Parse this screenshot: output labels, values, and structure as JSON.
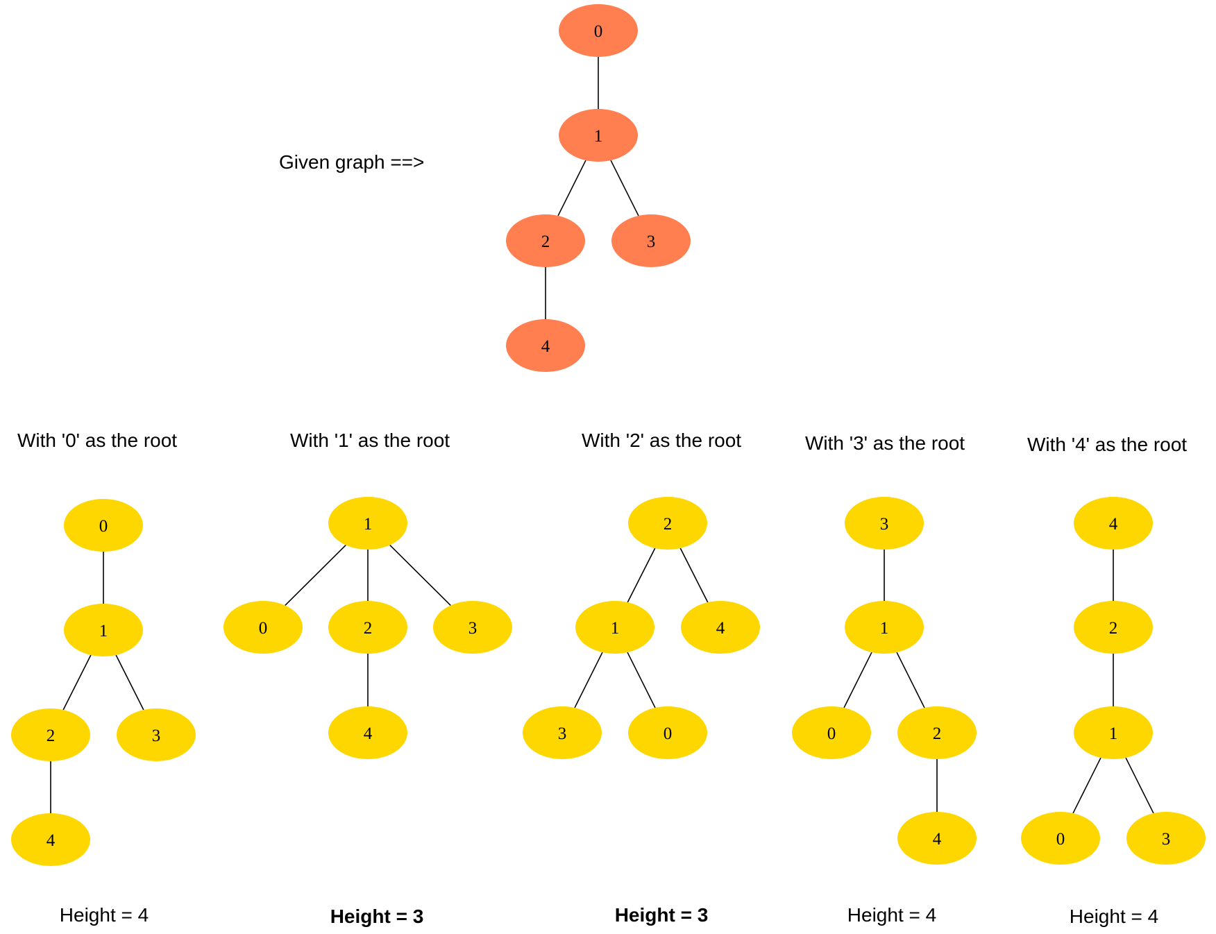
{
  "colors": {
    "given_node": "#FF7F50",
    "rooted_node": "#FFD700",
    "edge": "#000000",
    "text": "#000000"
  },
  "given": {
    "label": "Given graph ==>",
    "nodes": [
      "0",
      "1",
      "2",
      "3",
      "4"
    ],
    "edges": [
      [
        "0",
        "1"
      ],
      [
        "1",
        "2"
      ],
      [
        "1",
        "3"
      ],
      [
        "2",
        "4"
      ]
    ]
  },
  "trees": [
    {
      "caption": "With '0' as the root",
      "height_label": "Height = 4",
      "height_bold": false,
      "levels": [
        [
          "0"
        ],
        [
          "1"
        ],
        [
          "2",
          "3"
        ],
        [
          "4"
        ]
      ],
      "edges": [
        [
          "0",
          "1"
        ],
        [
          "1",
          "2"
        ],
        [
          "1",
          "3"
        ],
        [
          "2",
          "4"
        ]
      ]
    },
    {
      "caption": "With '1' as the root",
      "height_label": "Height = 3",
      "height_bold": true,
      "levels": [
        [
          "1"
        ],
        [
          "0",
          "2",
          "3"
        ],
        [
          "4"
        ]
      ],
      "edges": [
        [
          "1",
          "0"
        ],
        [
          "1",
          "2"
        ],
        [
          "1",
          "3"
        ],
        [
          "2",
          "4"
        ]
      ]
    },
    {
      "caption": "With '2' as the root",
      "height_label": "Height = 3",
      "height_bold": true,
      "levels": [
        [
          "2"
        ],
        [
          "1",
          "4"
        ],
        [
          "3",
          "0"
        ]
      ],
      "edges": [
        [
          "2",
          "1"
        ],
        [
          "2",
          "4"
        ],
        [
          "1",
          "3"
        ],
        [
          "1",
          "0"
        ]
      ]
    },
    {
      "caption": "With '3' as the root",
      "height_label": "Height = 4",
      "height_bold": false,
      "levels": [
        [
          "3"
        ],
        [
          "1"
        ],
        [
          "0",
          "2"
        ],
        [
          "4"
        ]
      ],
      "edges": [
        [
          "3",
          "1"
        ],
        [
          "1",
          "0"
        ],
        [
          "1",
          "2"
        ],
        [
          "2",
          "4"
        ]
      ]
    },
    {
      "caption": "With '4' as the root",
      "height_label": "Height = 4",
      "height_bold": false,
      "levels": [
        [
          "4"
        ],
        [
          "2"
        ],
        [
          "1"
        ],
        [
          "0",
          "3"
        ]
      ],
      "edges": [
        [
          "4",
          "2"
        ],
        [
          "2",
          "1"
        ],
        [
          "1",
          "0"
        ],
        [
          "1",
          "3"
        ]
      ]
    }
  ]
}
